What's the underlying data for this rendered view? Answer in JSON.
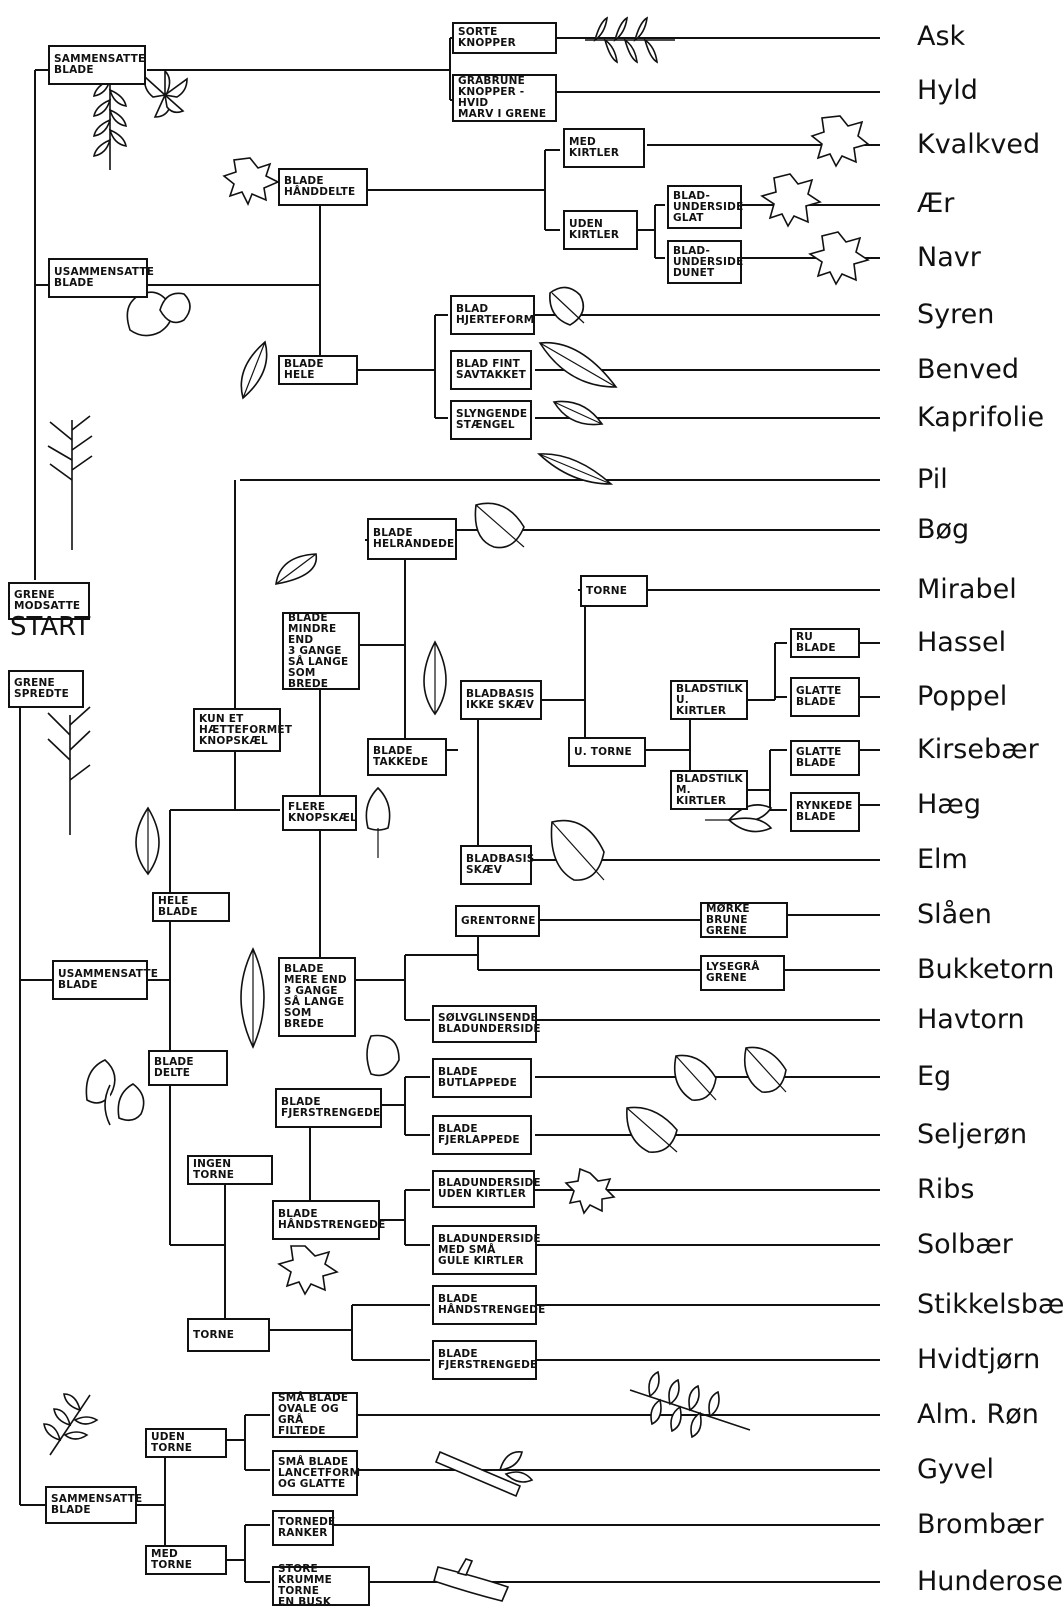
{
  "start_label": "START",
  "boxes": {
    "sammensatte_top": "SAMMENSATTE\nBLADE",
    "sorte_knopper": "SORTE KNOPPER",
    "graabrune": "GRÅBRUNE\nKNOPPER - HVID\nMARV I GRENE",
    "usammensatte_top": "USAMMENSATTE\nBLADE",
    "blade_handdelte": "BLADE\nHÅNDDELTE",
    "med_kirtler": "MED\nKIRTLER",
    "uden_kirtler": "UDEN\nKIRTLER",
    "blad_underside_glat": "BLAD-\nUNDERSIDE\nGLAT",
    "blad_underside_dunet": "BLAD-\nUNDERSIDE\nDUNET",
    "blade_hele": "BLADE HELE",
    "blad_hjerteform": "BLAD\nHJERTEFORM",
    "blad_fint_savtakket": "BLAD FINT\nSAVTAKKET",
    "slyngende_staengel": "SLYNGENDE\nSTÆNGEL",
    "grene_modsatte": "GRENE\nMODSATTE",
    "grene_spredte": "GRENE\nSPREDTE",
    "blade_helrandede": "BLADE\nHELRANDEDE",
    "blade_mindre": "BLADE\nMINDRE END\n3 GANGE\nSÅ LANGE\nSOM BREDE",
    "torne_1": "TORNE",
    "ru_blade": "RU BLADE",
    "glatte_blade_1": "GLATTE\nBLADE",
    "bladbasis_ikke_skaev": "BLADBASIS\nIKKE SKÆV",
    "bladstilk_u_kirtler": "BLADSTILK\nU. KIRTLER",
    "kun_et": "KUN ET\nHÆTTEFORMET\nKNOPSKÆL",
    "blade_takkede": "BLADE\nTAKKEDE",
    "u_torne": "U. TORNE",
    "glatte_blade_2": "GLATTE\nBLADE",
    "bladstilk_m_kirtler": "BLADSTILK\nM. KIRTLER",
    "flere_knopskael": "FLERE\nKNOPSKÆL",
    "rynkede_blade": "RYNKEDE\nBLADE",
    "bladbasis_skaev": "BLADBASIS\nSKÆV",
    "hele_blade": "HELE BLADE",
    "grentorne": "GRENTORNE",
    "morke_brune": "MØRKE BRUNE\nGRENE",
    "usammensatte_mid": "USAMMENSATTE\nBLADE",
    "blade_mere": "BLADE\nMERE END\n3 GANGE\nSÅ LANGE\nSOM BREDE",
    "lysegra": "LYSEGRÅ\nGRENE",
    "solvglinsende": "SØLVGLINSENDE\nBLADUNDERSIDE",
    "blade_delte": "BLADE DELTE",
    "blade_butlappede": "BLADE\nBUTLAPPEDE",
    "blade_fjerstrengede_1": "BLADE\nFJERSTRENGEDE",
    "blade_fjerlappede": "BLADE\nFJERLAPPEDE",
    "ingen_torne": "INGEN TORNE",
    "bladunderside_uden": "BLADUNDERSIDE\nUDEN KIRTLER",
    "blade_handstrengede_1": "BLADE\nHÅNDSTRENGEDE",
    "bladunderside_med": "BLADUNDERSIDE\nMED SMÅ\nGULE KIRTLER",
    "blade_handstrengede_2": "BLADE\nHÅNDSTRENGEDE",
    "torne_2": "TORNE",
    "blade_fjerstrengede_2": "BLADE\nFJERSTRENGEDE",
    "sma_blade_ovale": "SMÅ BLADE\nOVALE OG\nGRÅ FILTEDE",
    "uden_torne": "UDEN TORNE",
    "sma_blade_lancet": "SMÅ BLADE\nLANCETFORM\nOG GLATTE",
    "sammensatte_bottom": "SAMMENSATTE\nBLADE",
    "tornede_ranker": "TORNEDE\nRANKER",
    "med_torne": "MED TORNE",
    "store_krumme": "STORE KRUMME\nTORNE\nEN BUSK"
  },
  "species": [
    "Ask",
    "Hyld",
    "Kvalkved",
    "Ær",
    "Navr",
    "Syren",
    "Benved",
    "Kaprifolie",
    "Pil",
    "Bøg",
    "Mirabel",
    "Hassel",
    "Poppel",
    "Kirsebær",
    "Hæg",
    "Elm",
    "Slåen",
    "Bukketorn",
    "Havtorn",
    "Eg",
    "Seljerøn",
    "Ribs",
    "Solbær",
    "Stikkelsbær",
    "Hvidtjørn",
    "Alm. Røn",
    "Gyvel",
    "Brombær",
    "Hunderose"
  ]
}
